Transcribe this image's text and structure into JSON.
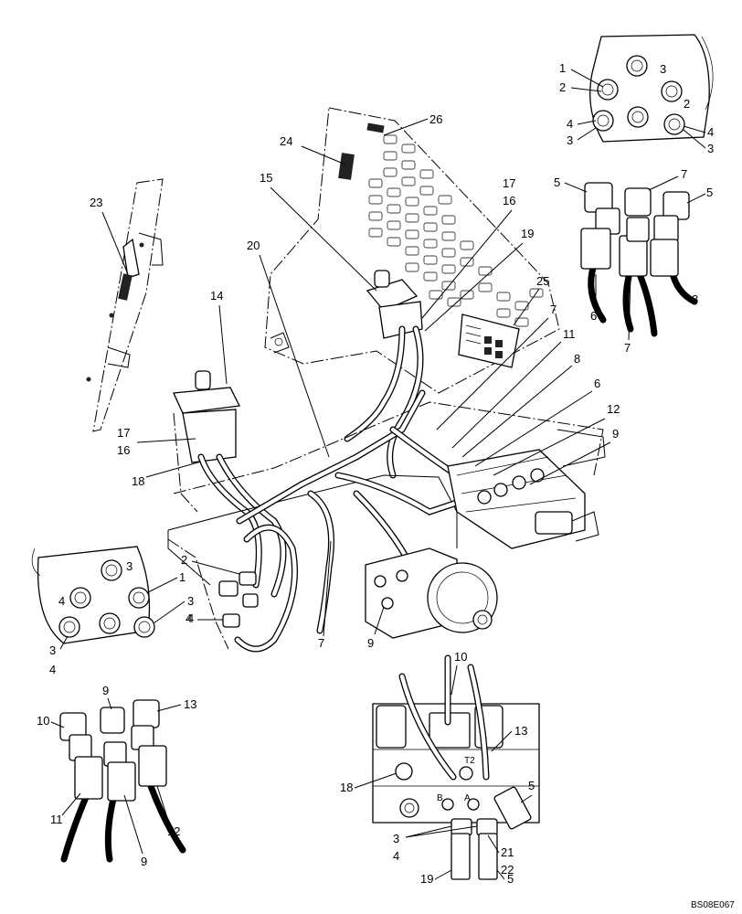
{
  "figure_id": "BS08E067",
  "callouts": {
    "c1a": "1",
    "c2a": "2",
    "c4a": "4",
    "c3a": "3",
    "c4b": "4",
    "c3b": "3",
    "c7a": "7",
    "c5a": "5",
    "c5b": "5",
    "c8a": "8",
    "c6a": "6",
    "c7b": "7",
    "c26": "26",
    "c24": "24",
    "c23": "23",
    "c17a": "17",
    "c16a": "16",
    "c15": "15",
    "c19a": "19",
    "c20": "20",
    "c25": "25",
    "c14": "14",
    "c7c": "7",
    "c11a": "11",
    "c8b": "8",
    "c6b": "6",
    "c12a": "12",
    "c9a": "9",
    "c17b": "17",
    "c16b": "16",
    "c18a": "18",
    "c2b": "2",
    "c1b": "1",
    "c3c": "3",
    "c4c": "4",
    "c3d": "3",
    "c4d": "4",
    "c7d": "7",
    "c9b": "9",
    "c10a": "10",
    "c9c": "9",
    "c13a": "13",
    "c10b": "10",
    "c11b": "11",
    "c12b": "12",
    "c9d": "9",
    "c13b": "13",
    "c18b": "18",
    "c5c": "5",
    "c3e": "3",
    "c4e": "4",
    "c21": "21",
    "c22": "22",
    "c19b": "19",
    "c5d": "5"
  },
  "port_marks": {
    "top_port_3": "3",
    "top_port_4": "4",
    "top_port_2": "2",
    "left_port_3": "3",
    "left_port_4": "4",
    "valve_t2": "T2",
    "valve_b": "B",
    "valve_a": "A"
  }
}
